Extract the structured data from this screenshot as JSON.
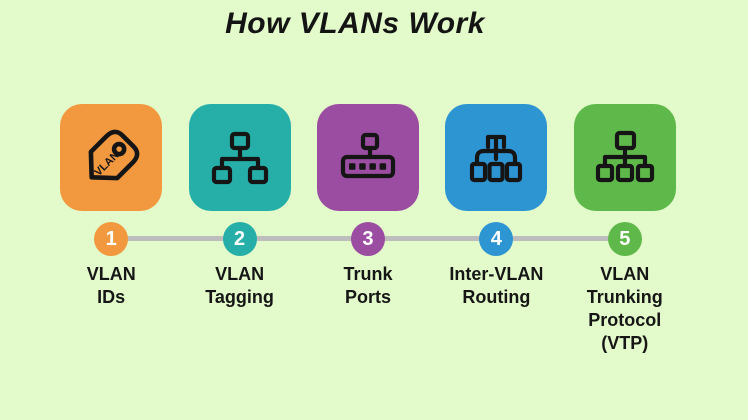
{
  "title": "How VLANs Work",
  "background_color": "#E3FBCA",
  "timeline": {
    "line_color": "#BDBDBD",
    "badge_text_color": "#FFFFFF"
  },
  "icon_stroke_color": "#151515",
  "tag_icon_text": "VLAN",
  "steps": [
    {
      "number": "1",
      "label": "VLAN\nIDs",
      "color": "#F2993F",
      "icon": "tag-icon"
    },
    {
      "number": "2",
      "label": "VLAN\nTagging",
      "color": "#25AFA8",
      "icon": "network-tree-2-icon"
    },
    {
      "number": "3",
      "label": "Trunk\nPorts",
      "color": "#9A4DA1",
      "icon": "switch-ports-icon"
    },
    {
      "number": "4",
      "label": "Inter-VLAN\nRouting",
      "color": "#2E95D3",
      "icon": "router-tree-3-icon"
    },
    {
      "number": "5",
      "label": "VLAN\nTrunking\nProtocol\n(VTP)",
      "color": "#5FB94A",
      "icon": "network-tree-3-icon"
    }
  ]
}
